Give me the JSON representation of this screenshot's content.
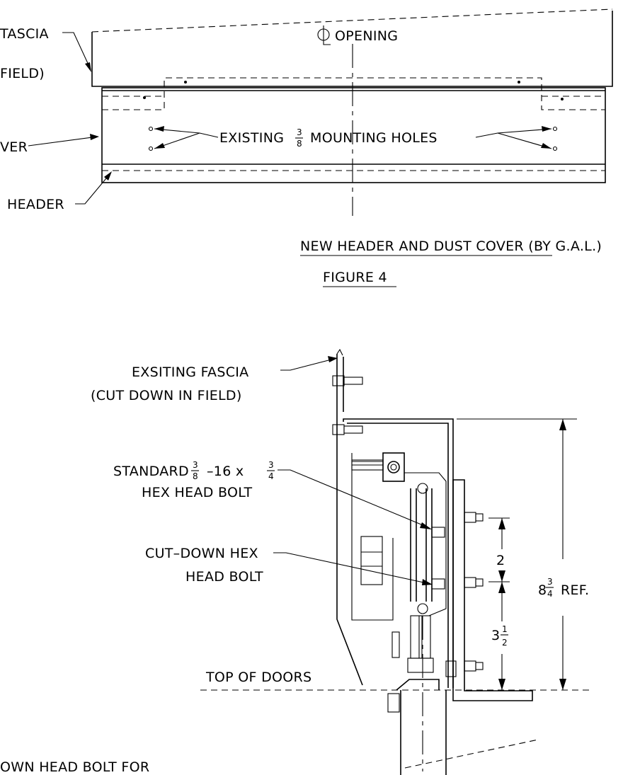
{
  "figure4": {
    "opening_label": "OPENING",
    "fascia_label_line1": "TASCIA",
    "fascia_label_line2": "FIELD)",
    "cover_label": "VER",
    "mounting_holes_label_prefix": "EXISTING",
    "mounting_holes_frac_num": "3",
    "mounting_holes_frac_den": "8",
    "mounting_holes_label_suffix": "MOUNTING HOLES",
    "header_label": "HEADER",
    "caption": "NEW HEADER AND DUST COVER (BY G.A.L.)",
    "figure_title": "FIGURE 4"
  },
  "section": {
    "fascia_label_line1": "EXSITING FASCIA",
    "fascia_label_line2": "(CUT DOWN IN FIELD)",
    "bolt_label_prefix": "STANDARD",
    "bolt_frac1_num": "3",
    "bolt_frac1_den": "8",
    "bolt_label_mid": "–16 x",
    "bolt_frac2_num": "3",
    "bolt_frac2_den": "4",
    "bolt_label_line2": "HEX HEAD BOLT",
    "cutdown_label_line1": "CUT–DOWN HEX",
    "cutdown_label_line2": "HEAD BOLT",
    "dim_2": "2",
    "dim_ref_whole": "8",
    "dim_ref_num": "3",
    "dim_ref_den": "4",
    "dim_ref_suffix": "REF.",
    "dim_lower_whole": "3",
    "dim_lower_num": "1",
    "dim_lower_den": "2",
    "top_of_doors_label": "TOP OF DOORS",
    "note_fragment": "OWN HEAD BOLT FOR"
  }
}
